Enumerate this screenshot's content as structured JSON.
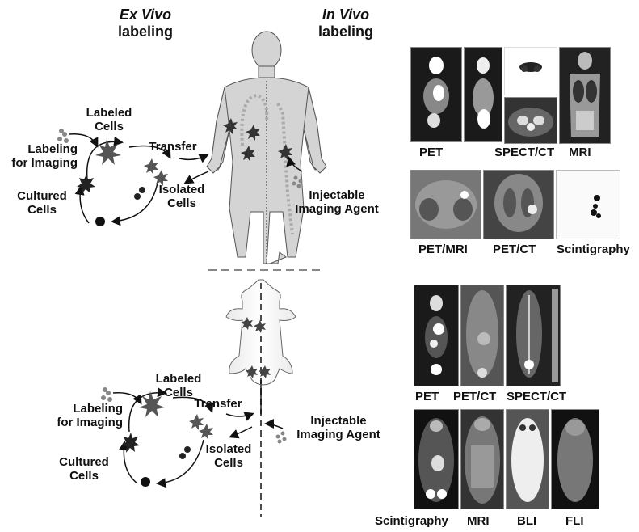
{
  "headers": {
    "ex_vivo_top": "Ex Vivo",
    "ex_vivo_bottom": "labeling",
    "in_vivo_top": "In Vivo",
    "in_vivo_bottom": "labeling"
  },
  "cycle_human": {
    "labeled_cells": [
      "Labeled",
      "Cells"
    ],
    "labeling_for_imaging": [
      "Labeling",
      "for Imaging"
    ],
    "cultured_cells": [
      "Cultured",
      "Cells"
    ],
    "isolated_cells": [
      "Isolated",
      "Cells"
    ],
    "transfer": "Transfer",
    "injectable": [
      "Injectable",
      "Imaging Agent"
    ]
  },
  "cycle_mouse": {
    "labeled_cells": [
      "Labeled",
      "Cells"
    ],
    "labeling_for_imaging": [
      "Labeling",
      "for Imaging"
    ],
    "cultured_cells": [
      "Cultured",
      "Cells"
    ],
    "isolated_cells": [
      "Isolated",
      "Cells"
    ],
    "transfer": "Transfer",
    "injectable": [
      "Injectable",
      "Imaging Agent"
    ]
  },
  "human_modalities": {
    "row1": [
      "PET",
      "SPECT/CT",
      "MRI"
    ],
    "row2": [
      "PET/MRI",
      "PET/CT",
      "Scintigraphy"
    ]
  },
  "mouse_modalities": {
    "row1": [
      "PET",
      "PET/CT",
      "SPECT/CT"
    ],
    "row2": [
      "Scintigraphy",
      "MRI",
      "BLI",
      "FLI"
    ]
  }
}
